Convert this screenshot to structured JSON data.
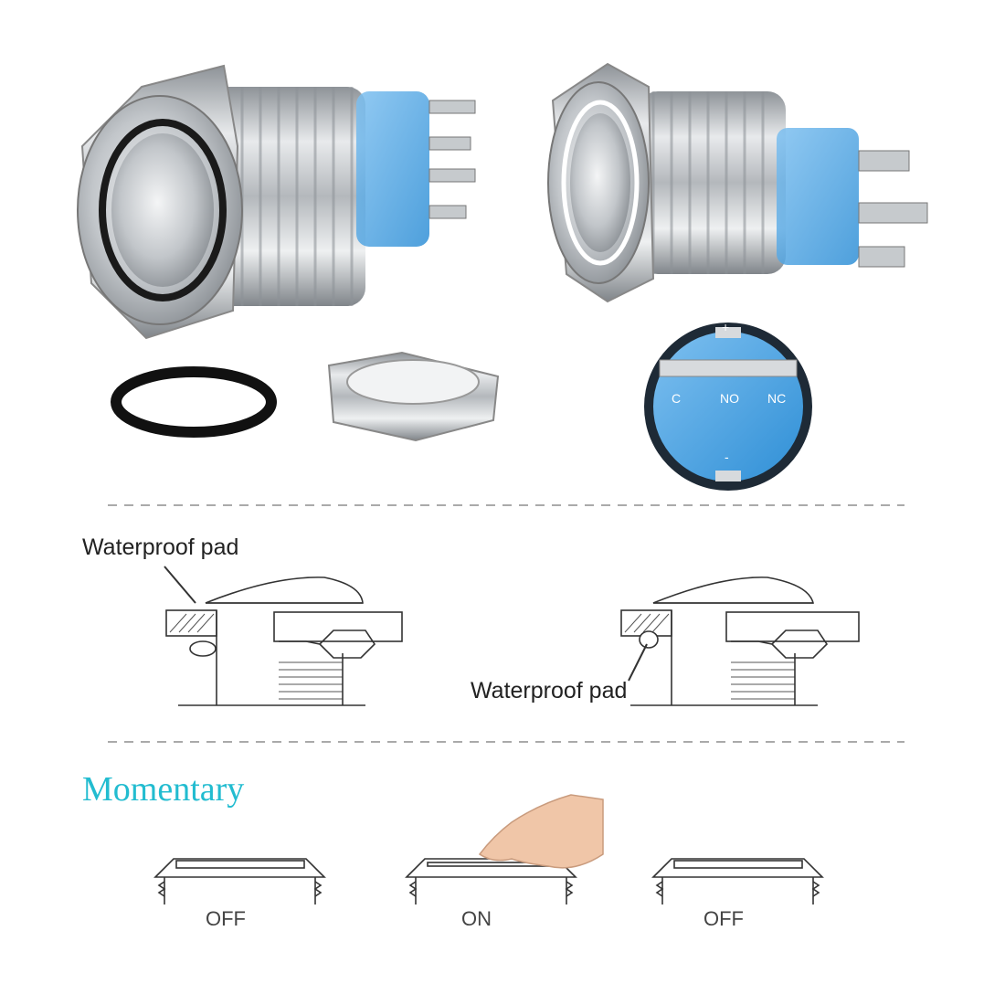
{
  "diagram": {
    "pad_label_left": "Waterproof pad",
    "pad_label_right": "Waterproof pad"
  },
  "momentary": {
    "title": "Momentary",
    "states": [
      "OFF",
      "ON",
      "OFF"
    ]
  },
  "terminal_labels": {
    "plus": "+",
    "c": "C",
    "no": "NO",
    "nc": "NC",
    "minus": "-"
  },
  "colors": {
    "title": "#22bcd0",
    "connector_blue": "#2f8fd6",
    "metal": "#c9ccd0"
  }
}
